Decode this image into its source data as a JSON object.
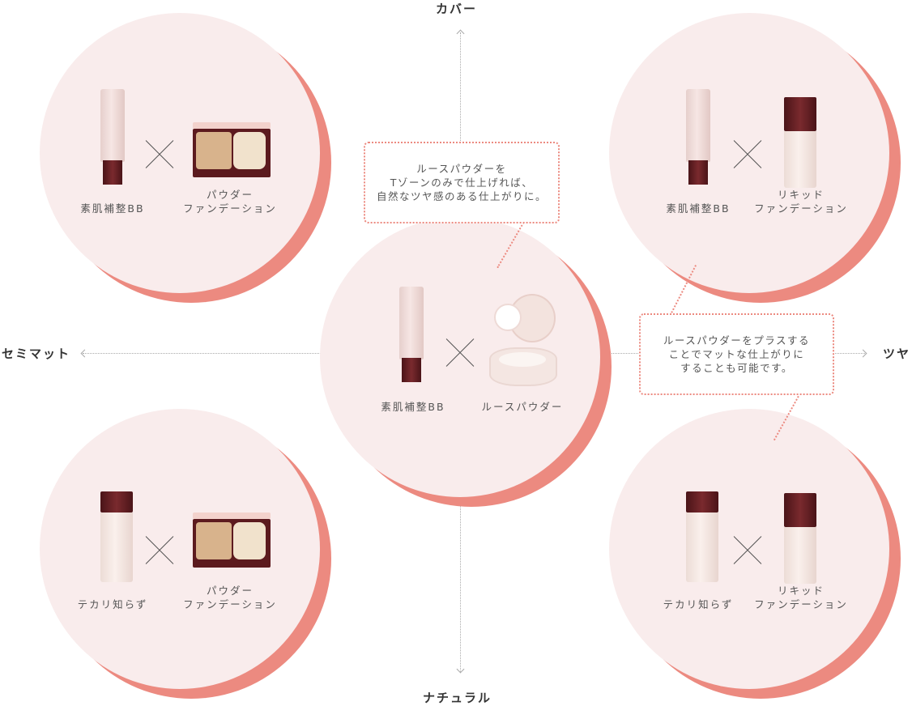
{
  "axes": {
    "top": "カバー",
    "bottom": "ナチュラル",
    "left": "セミマット",
    "right": "ツヤ"
  },
  "combos": [
    {
      "position": "top-left",
      "left": "素肌補整BB",
      "right": [
        "パウダー",
        "ファンデーション"
      ]
    },
    {
      "position": "top-right",
      "left": "素肌補整BB",
      "right": [
        "リキッド",
        "ファンデーション"
      ]
    },
    {
      "position": "center",
      "left": "素肌補整BB",
      "right": [
        "ルースパウダー"
      ]
    },
    {
      "position": "bottom-left",
      "left": "テカリ知らず",
      "right": [
        "パウダー",
        "ファンデーション"
      ]
    },
    {
      "position": "bottom-right",
      "left": "テカリ知らず",
      "right": [
        "リキッド",
        "ファンデーション"
      ]
    }
  ],
  "callouts": [
    [
      "ルースパウダーを",
      "Tゾーンのみで仕上げれば、",
      "自然なツヤ感のある仕上がりに。"
    ],
    [
      "ルースパウダーをプラスする",
      "ことでマットな仕上がりに",
      "することも可能です。"
    ]
  ],
  "colors": {
    "accent": "#ec8a80",
    "circle": "#f9ecec",
    "maroon": "#5c1a1e"
  }
}
